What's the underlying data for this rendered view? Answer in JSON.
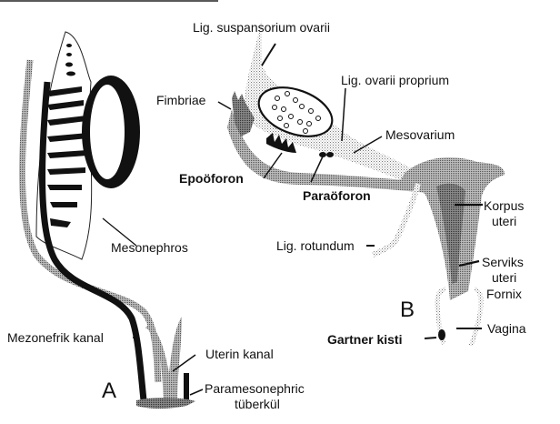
{
  "figure": {
    "panel_a": {
      "letter": "A",
      "labels": {
        "mesonephros": "Mesonephros",
        "mezonefrik_kanal": "Mezonefrik kanal",
        "uterin_kanal": "Uterin kanal",
        "paramesonephric_line1": "Paramesonephric",
        "paramesonephric_line2": "tüberkül"
      }
    },
    "panel_b": {
      "letter": "B",
      "labels": {
        "lig_suspansorium": "Lig. suspansorium ovarii",
        "lig_ovarii_proprium": "Lig. ovarii proprium",
        "fimbriae": "Fimbriae",
        "mesovarium": "Mesovarium",
        "epooforon": "Epoöforon",
        "paraoforon": "Paraöforon",
        "korpus_line1": "Korpus",
        "korpus_line2": "uteri",
        "lig_rotundum": "Lig. rotundum",
        "serviks_line1": "Serviks",
        "serviks_line2": "uteri",
        "serviks_line3": "Fornix",
        "vagina": "Vagina",
        "gartner_kisti": "Gartner kisti"
      }
    }
  }
}
